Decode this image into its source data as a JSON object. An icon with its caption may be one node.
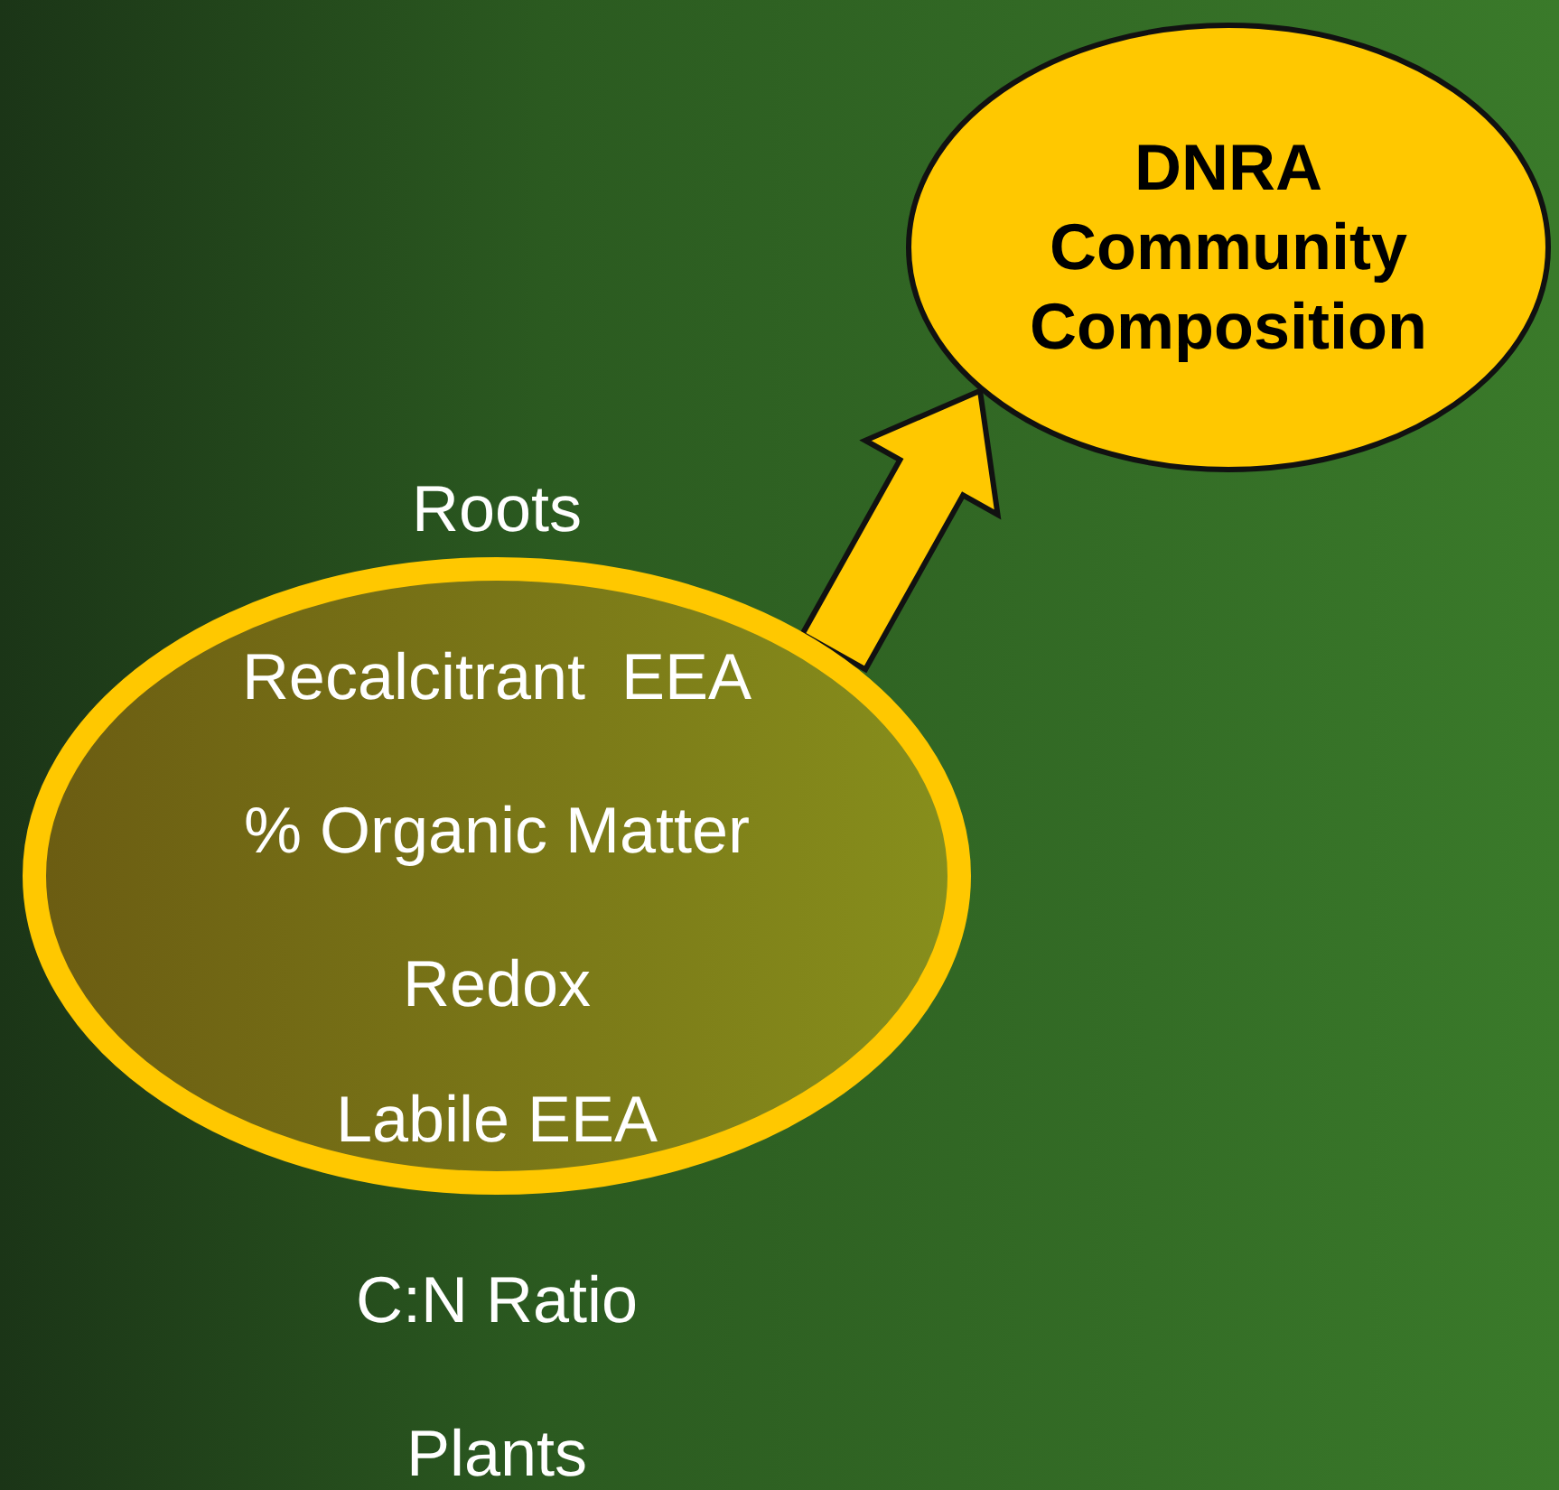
{
  "diagram": {
    "nodes": [
      {
        "text": [
          "Roots",
          "Recalcitrant  EEA",
          "% Organic Matter",
          "Redox",
          "Labile EEA",
          "C:N Ratio",
          "Plants"
        ]
      },
      {
        "text": [
          "DNRA Community Composition"
        ]
      }
    ],
    "edges": [
      {
        "from": 0,
        "to": 1,
        "arrow": "to",
        "style": "thick"
      }
    ]
  }
}
